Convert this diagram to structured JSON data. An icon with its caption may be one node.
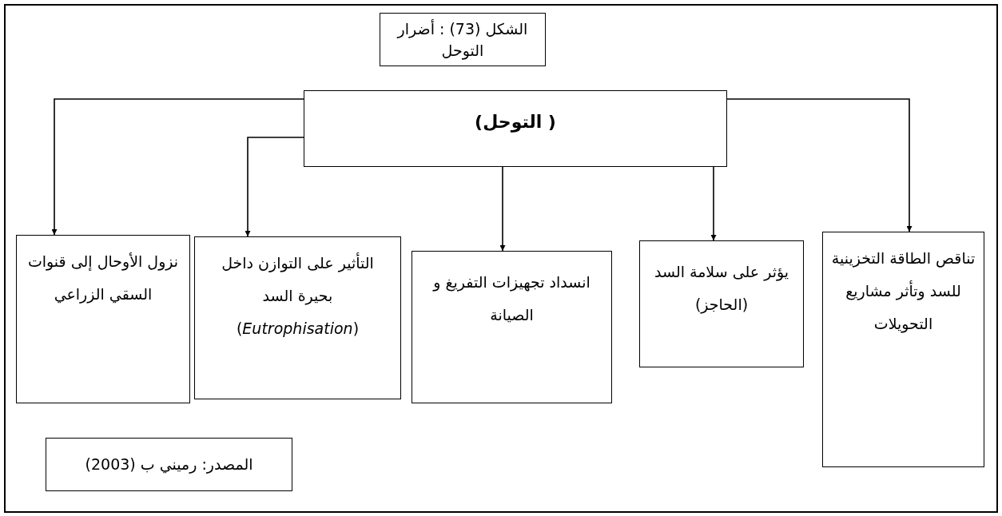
{
  "diagram": {
    "nodes": [
      {
        "text": [
          "الشكل (73) : أضرار التوحل"
        ]
      },
      {
        "text": [
          "( التوحل)"
        ]
      },
      {
        "text": [
          "تناقص الطاقة التخزينية للسد وتأثر مشاريع التحويلات"
        ]
      },
      {
        "text": [
          "يؤثر على سلامة السد (الحاجز)"
        ]
      },
      {
        "text": [
          "انسداد تجهيزات التفريغ و الصيانة"
        ]
      },
      {
        "text": [
          "التأثير على التوازن داخل بحيرة السد (*Eutrophisation*)"
        ]
      },
      {
        "text": [
          "نزول  الأوحال إلى قنوات السقي الزراعي"
        ]
      },
      {
        "text": [
          "المصدر: رميني ب (2003)"
        ]
      }
    ],
    "edges": [
      {
        "from": 1,
        "to": 2,
        "arrow": "to"
      },
      {
        "from": 1,
        "to": 3,
        "arrow": "to"
      },
      {
        "from": 1,
        "to": 4,
        "arrow": "to"
      },
      {
        "from": 1,
        "to": 5,
        "arrow": "to"
      },
      {
        "from": 1,
        "to": 6,
        "arrow": "to"
      }
    ]
  }
}
